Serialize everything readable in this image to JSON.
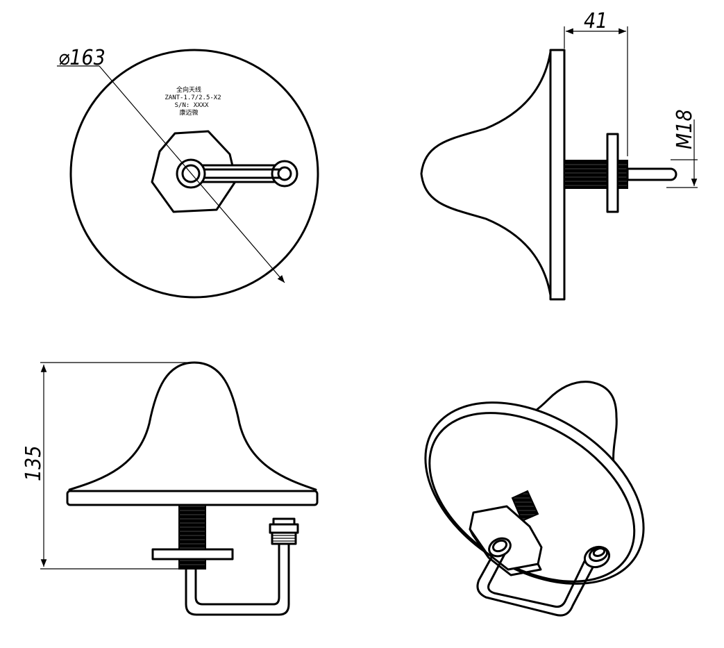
{
  "dimensions": {
    "diameter": "163",
    "depth": "41",
    "thread": "M18",
    "height": "135"
  },
  "label": {
    "line1": "全向天线",
    "line2": "ZANT-1.7/2.5-X2",
    "line3": "S/N: XXXX",
    "line4": "康迈微"
  }
}
